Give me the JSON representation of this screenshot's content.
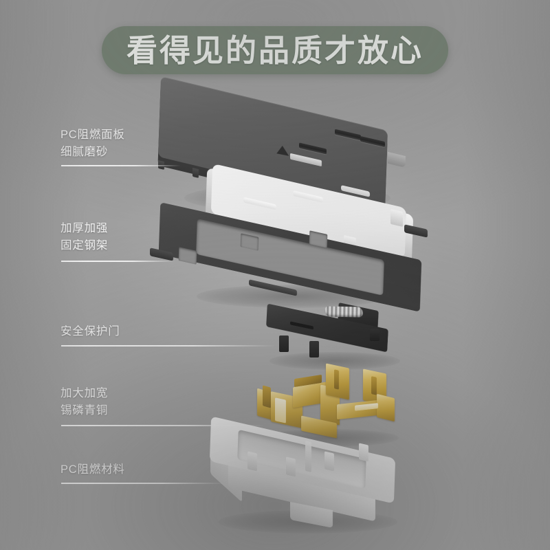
{
  "banner": {
    "title": "看得见的品质才放心",
    "bg_color": "#707e6f",
    "text_color": "#f4f7f3"
  },
  "background": {
    "color": "#9b9b9b"
  },
  "callouts": [
    {
      "id": "faceplate",
      "line1": "PC阻燃面板",
      "line2": "细腻磨砂",
      "part_name": "PC flame-retardant faceplate, fine matte finish"
    },
    {
      "id": "steel-frame",
      "line1": "加厚加强",
      "line2": "固定钢架",
      "part_name": "Thickened reinforced steel mounting frame"
    },
    {
      "id": "safety-shutter",
      "line1": "安全保护门",
      "line2": "",
      "part_name": "Safety protection shutter door"
    },
    {
      "id": "bronze-contacts",
      "line1": "加大加宽",
      "line2": "锡磷青铜",
      "part_name": "Enlarged widened tin-phosphor bronze contacts"
    },
    {
      "id": "pc-base",
      "line1": "PC阻燃材料",
      "line2": "",
      "part_name": "PC flame-retardant base material"
    }
  ],
  "parts": {
    "faceplate": {
      "label": "dark gray faceplate",
      "color": "#5d5d5d"
    },
    "module": {
      "label": "white inner module",
      "color": "#f0f0f0"
    },
    "steel_frame": {
      "label": "steel mounting frame",
      "color": "#3e3e3e"
    },
    "shutter": {
      "label": "black safety shutter with spring",
      "color": "#1c1c1c"
    },
    "contacts": {
      "label": "brass phosphor-bronze contacts",
      "color": "#c9a02a"
    },
    "base": {
      "label": "white PC base housing",
      "color": "#f2f2f2"
    }
  }
}
